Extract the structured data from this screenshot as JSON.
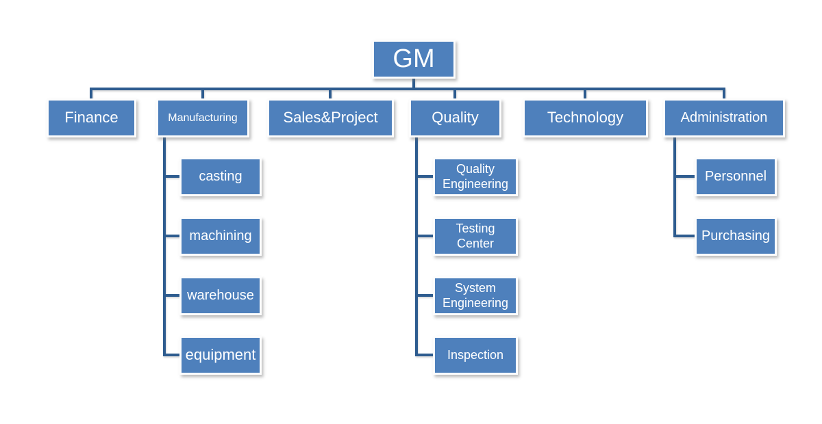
{
  "colors": {
    "node_fill": "#4e80bc",
    "connector_line": "#2e5c8f",
    "node_text": "#ffffff"
  },
  "root": {
    "label": "GM"
  },
  "departments": [
    {
      "label": "Finance",
      "children": []
    },
    {
      "label": "Manufacturing",
      "children": [
        "casting",
        "machining",
        "warehouse",
        "equipment"
      ]
    },
    {
      "label": "Sales&Project",
      "children": []
    },
    {
      "label": "Quality",
      "children": [
        "Quality Engineering",
        "Testing Center",
        "System Engineering",
        "Inspection"
      ]
    },
    {
      "label": "Technology",
      "children": []
    },
    {
      "label": "Administration",
      "children": [
        "Personnel",
        "Purchasing"
      ]
    }
  ]
}
